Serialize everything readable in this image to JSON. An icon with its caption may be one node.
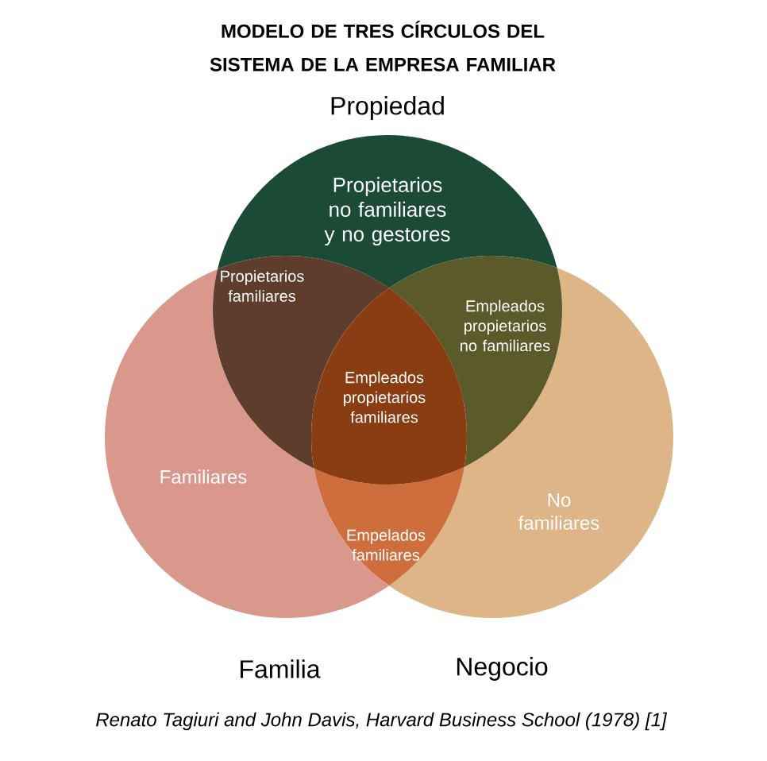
{
  "diagram": {
    "title": "MODELO DE TRES CÍRCULOS DEL SISTEMA DE LA EMPRESA FAMILIAR",
    "caption": "Renato Tagiuri and John Davis, Harvard Business School (1978) [1]",
    "nodes": [
      {
        "text": [
          "Propiedad",
          "Propietarios no familiares y no gestores"
        ]
      },
      {
        "text": [
          "Familiares",
          "Familia"
        ]
      },
      {
        "text": [
          "No familiares",
          "Negocio"
        ]
      }
    ],
    "labels": [
      "Propietarios familiares",
      "Empleados propietarios no familiares",
      "Empleados propietarios familiares",
      "Empelados familiares"
    ]
  }
}
